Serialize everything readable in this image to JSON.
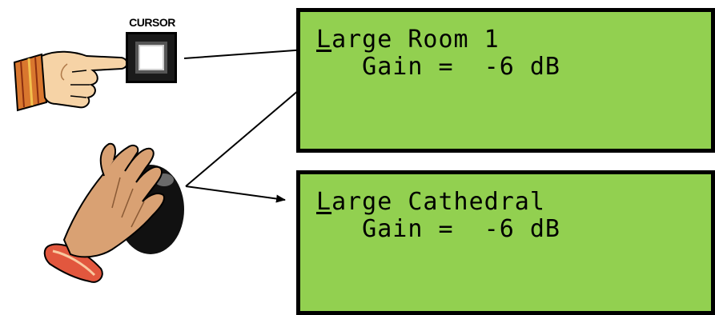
{
  "cursor_button": {
    "label": "CURSOR"
  },
  "display_top": {
    "first_letter": "L",
    "line1_rest": "arge Room 1",
    "line2": "   Gain =  -6 dB"
  },
  "display_bottom": {
    "first_letter": "L",
    "line1_rest": "arge Cathedral",
    "line2": "   Gain =  -6 dB"
  },
  "colors": {
    "lcd_background": "#92d050",
    "lcd_border": "#000000"
  },
  "icons": [
    "pointing-hand-icon",
    "hand-on-knob-icon",
    "cursor-button-icon"
  ]
}
